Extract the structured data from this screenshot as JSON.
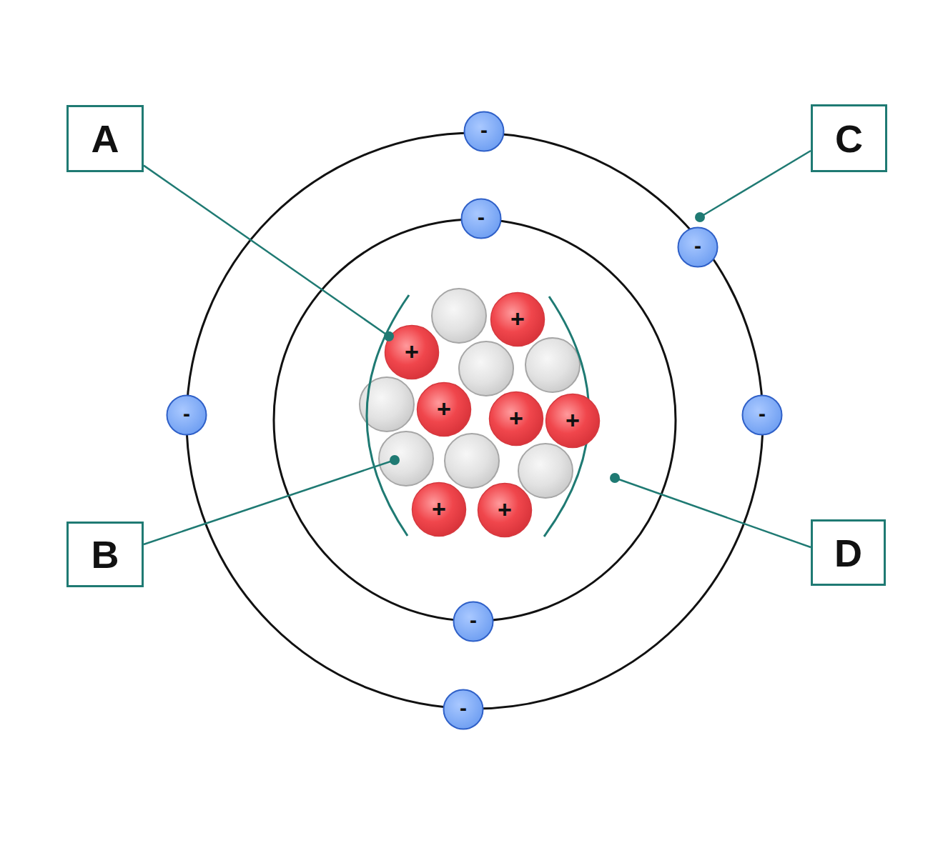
{
  "diagram": {
    "nodes": [
      {
        "text": [
          "A"
        ]
      },
      {
        "text": [
          "C"
        ]
      },
      {
        "text": [
          "B"
        ]
      },
      {
        "text": [
          "D"
        ]
      },
      {
        "text": [
          "-"
        ]
      },
      {
        "text": [
          "-"
        ]
      },
      {
        "text": [
          "-"
        ]
      },
      {
        "text": [
          "-"
        ]
      },
      {
        "text": [
          "-"
        ]
      },
      {
        "text": [
          "-"
        ]
      },
      {
        "text": [
          "-"
        ]
      },
      {
        "text": [
          "+"
        ]
      },
      {
        "text": [
          "+"
        ]
      },
      {
        "text": [
          "+"
        ]
      },
      {
        "text": [
          "+"
        ]
      },
      {
        "text": [
          "+"
        ]
      },
      {
        "text": [
          "+"
        ]
      },
      {
        "text": [
          "+"
        ]
      }
    ],
    "edges": [
      {
        "from": 0,
        "to": 12,
        "arrow": "none"
      }
    ]
  }
}
